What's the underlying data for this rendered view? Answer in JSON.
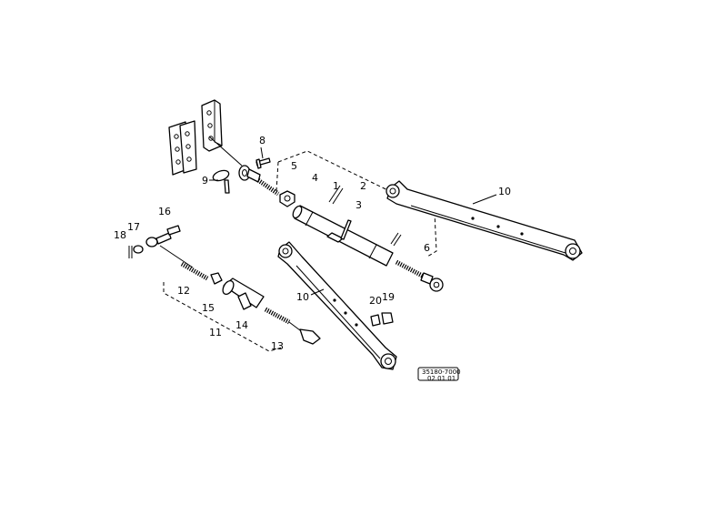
{
  "callouts": {
    "c1": "1",
    "c2": "2",
    "c3": "3",
    "c4": "4",
    "c5": "5",
    "c6": "6",
    "c8": "8",
    "c9": "9",
    "c10a": "10",
    "c10b": "10",
    "c11": "11",
    "c12": "12",
    "c13": "13",
    "c14": "14",
    "c15": "15",
    "c16": "16",
    "c17": "17",
    "c18": "18",
    "c19": "19",
    "c20": "20"
  },
  "stamp": {
    "line1": "35180-7000",
    "line2": "02 01 01"
  }
}
